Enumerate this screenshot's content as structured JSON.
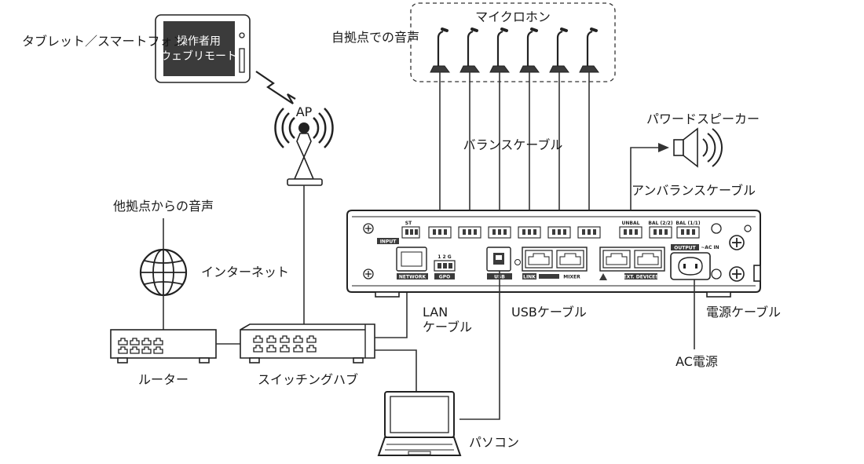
{
  "labels": {
    "tablet_user": "タブレット／スマートフォン",
    "tablet_screen_line1": "操作者用",
    "tablet_screen_line2": "ウェブリモート",
    "ap": "AP",
    "local_audio": "自拠点での音声",
    "microphones": "マイクロホン",
    "balanced_cable": "バランスケーブル",
    "powered_speaker": "パワードスピーカー",
    "unbalanced_cable": "アンバランスケーブル",
    "remote_audio": "他拠点からの音声",
    "internet": "インターネット",
    "lan_cable_line1": "LAN",
    "lan_cable_line2": "ケーブル",
    "usb_cable": "USBケーブル",
    "power_cable": "電源ケーブル",
    "ac_power": "AC電源",
    "router": "ルーター",
    "switching_hub": "スイッチングハブ",
    "pc": "パソコン"
  },
  "device_panel": {
    "input": "INPUT",
    "st": "ST",
    "network": "NETWORK",
    "gpo": "GPO",
    "gpo_pins": "1 2 G",
    "usb": "USB",
    "link": "LINK",
    "mixer": "MIXER",
    "ext_devices": "EXT. DEVICES",
    "output": "OUTPUT",
    "unbal": "UNBAL",
    "bal_2_2": "BAL (2/2)",
    "bal_1_1": "BAL (1/1)",
    "ac_in": "~AC IN"
  },
  "colors": {
    "line": "#333333",
    "panel_dark": "#3b3b3b",
    "background": "#ffffff"
  }
}
